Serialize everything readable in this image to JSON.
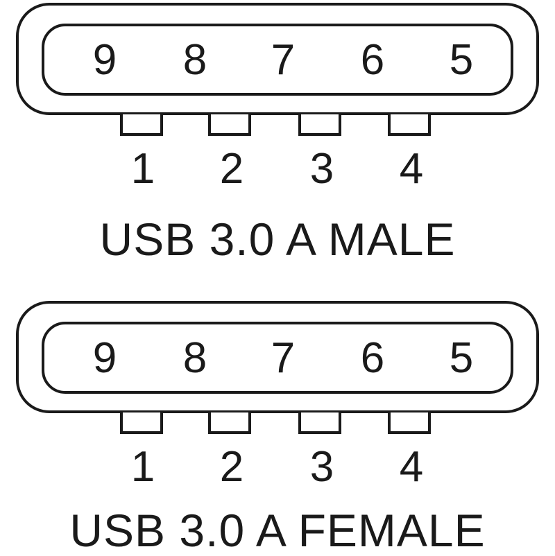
{
  "male": {
    "top_pins": [
      "9",
      "8",
      "7",
      "6",
      "5"
    ],
    "bottom_pins": [
      "1",
      "2",
      "3",
      "4"
    ],
    "caption": "USB 3.0 A MALE"
  },
  "female": {
    "top_pins": [
      "9",
      "8",
      "7",
      "6",
      "5"
    ],
    "bottom_pins": [
      "1",
      "2",
      "3",
      "4"
    ],
    "caption": "USB 3.0 A FEMALE"
  }
}
